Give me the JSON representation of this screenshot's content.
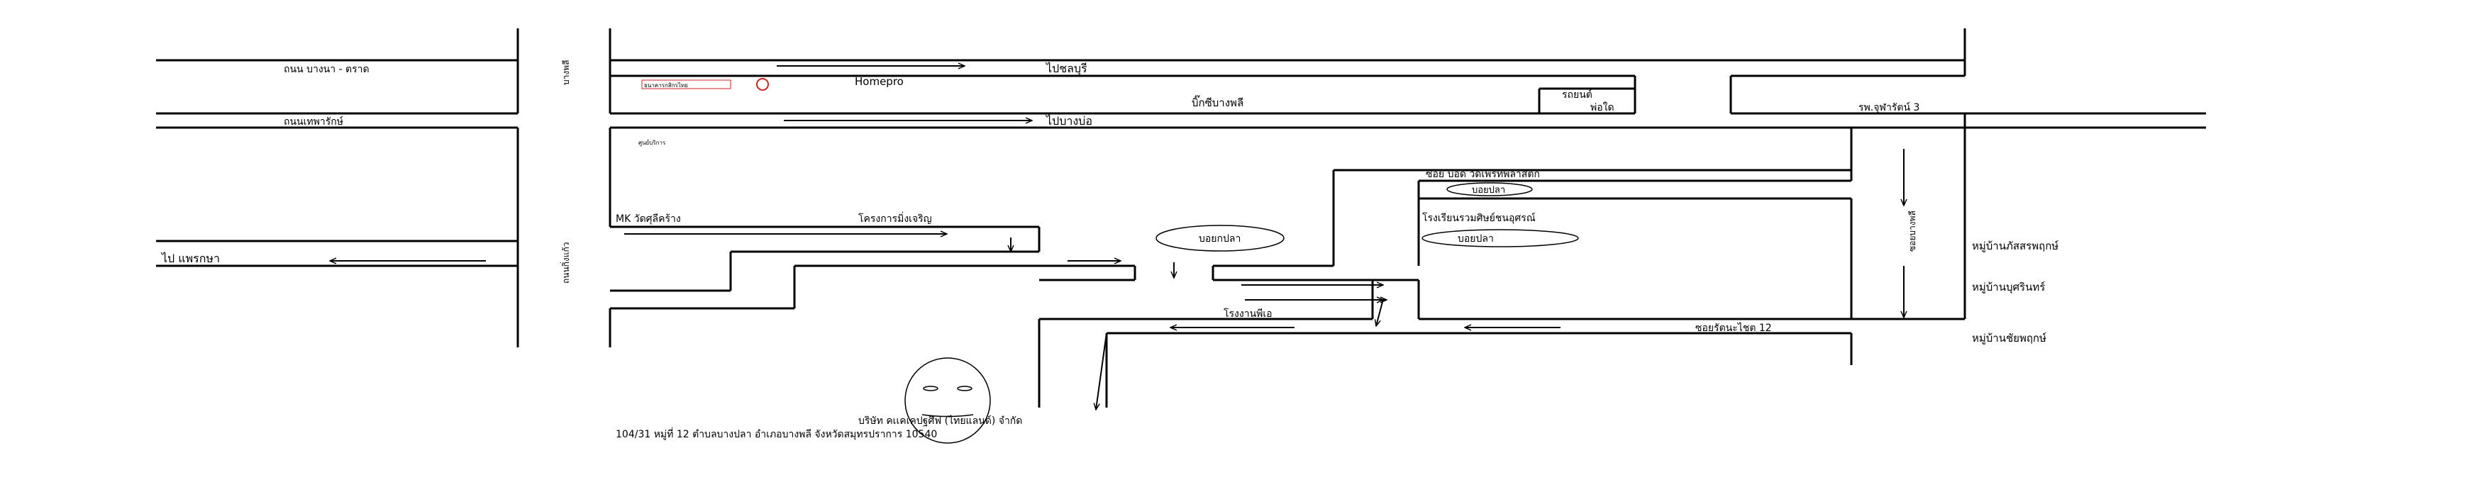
{
  "roads": {
    "bangna_trat": "ถนน บางนา - ตราด",
    "theparak": "ถนนเทพารักษ์",
    "to_chonburi": "ไปชลบุรี",
    "to_bangbo": "ไปบางบ่อ",
    "to_phraeksa": "ไป แพรกษา",
    "bangphli_vertical": "บางพลี",
    "kingkaew_vertical": "ถนนกิ่งแก้ว",
    "right_vertical": "ซอยบางพลี"
  },
  "places": {
    "homepro": "Homepro",
    "big_c": "บิ๊กซีบางพลี",
    "car_wash": "รถยนต์",
    "phodai": "พ่อใด",
    "hospital": "รพ.จุฬารัตน์ 3",
    "mk": "MK วัดศุลีคร้าง",
    "project": "โครงการมิ่งเจริญ",
    "soi_bangphli": "ซอย บอด วัดเพรทพลาสติก",
    "market_1": "บอยปลา",
    "school": "โรงเรียนรวมศิษย์ชนอุศรณ์",
    "market_2": "บอยปลา",
    "market_3": "บอยกปลา",
    "factory": "โรงงานพีเอ",
    "soi_12": "ซอยรัตนะไชต 12",
    "village_1": "หมู่บ้านภัสสรพฤกษ์",
    "village_2": "หมู่บ้านบุศรินทร์",
    "village_3": "หมู่บ้านชัยพฤกษ์",
    "sign_1": "ธนาคารกสิกรไทย",
    "sign_2": "ศูนย์บริการ"
  },
  "company": {
    "name": "บริษัท คเเคเคปฐศึฟ (ไทยแลนด์) จำกัด",
    "address": "104/31 หมู่ที่ 12 ตำบลบางปลา อำเภอบางพลี จังหวัดสมุทรปราการ 10540"
  },
  "colors": {
    "line": "#000000",
    "background": "#ffffff",
    "sign_red": "#cc2222"
  },
  "icons": {
    "smiley": "smiley-face-icon",
    "arrows": "direction-arrow-icon"
  }
}
